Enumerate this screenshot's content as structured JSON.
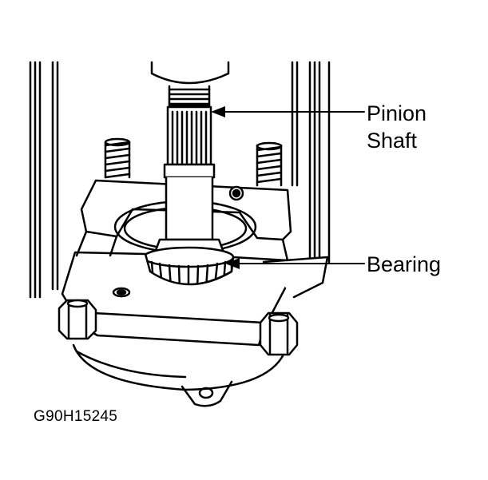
{
  "labels": {
    "pinion_shaft_line1": "Pinion",
    "pinion_shaft_line2": "Shaft",
    "bearing": "Bearing"
  },
  "figure_id": "G90H15245"
}
